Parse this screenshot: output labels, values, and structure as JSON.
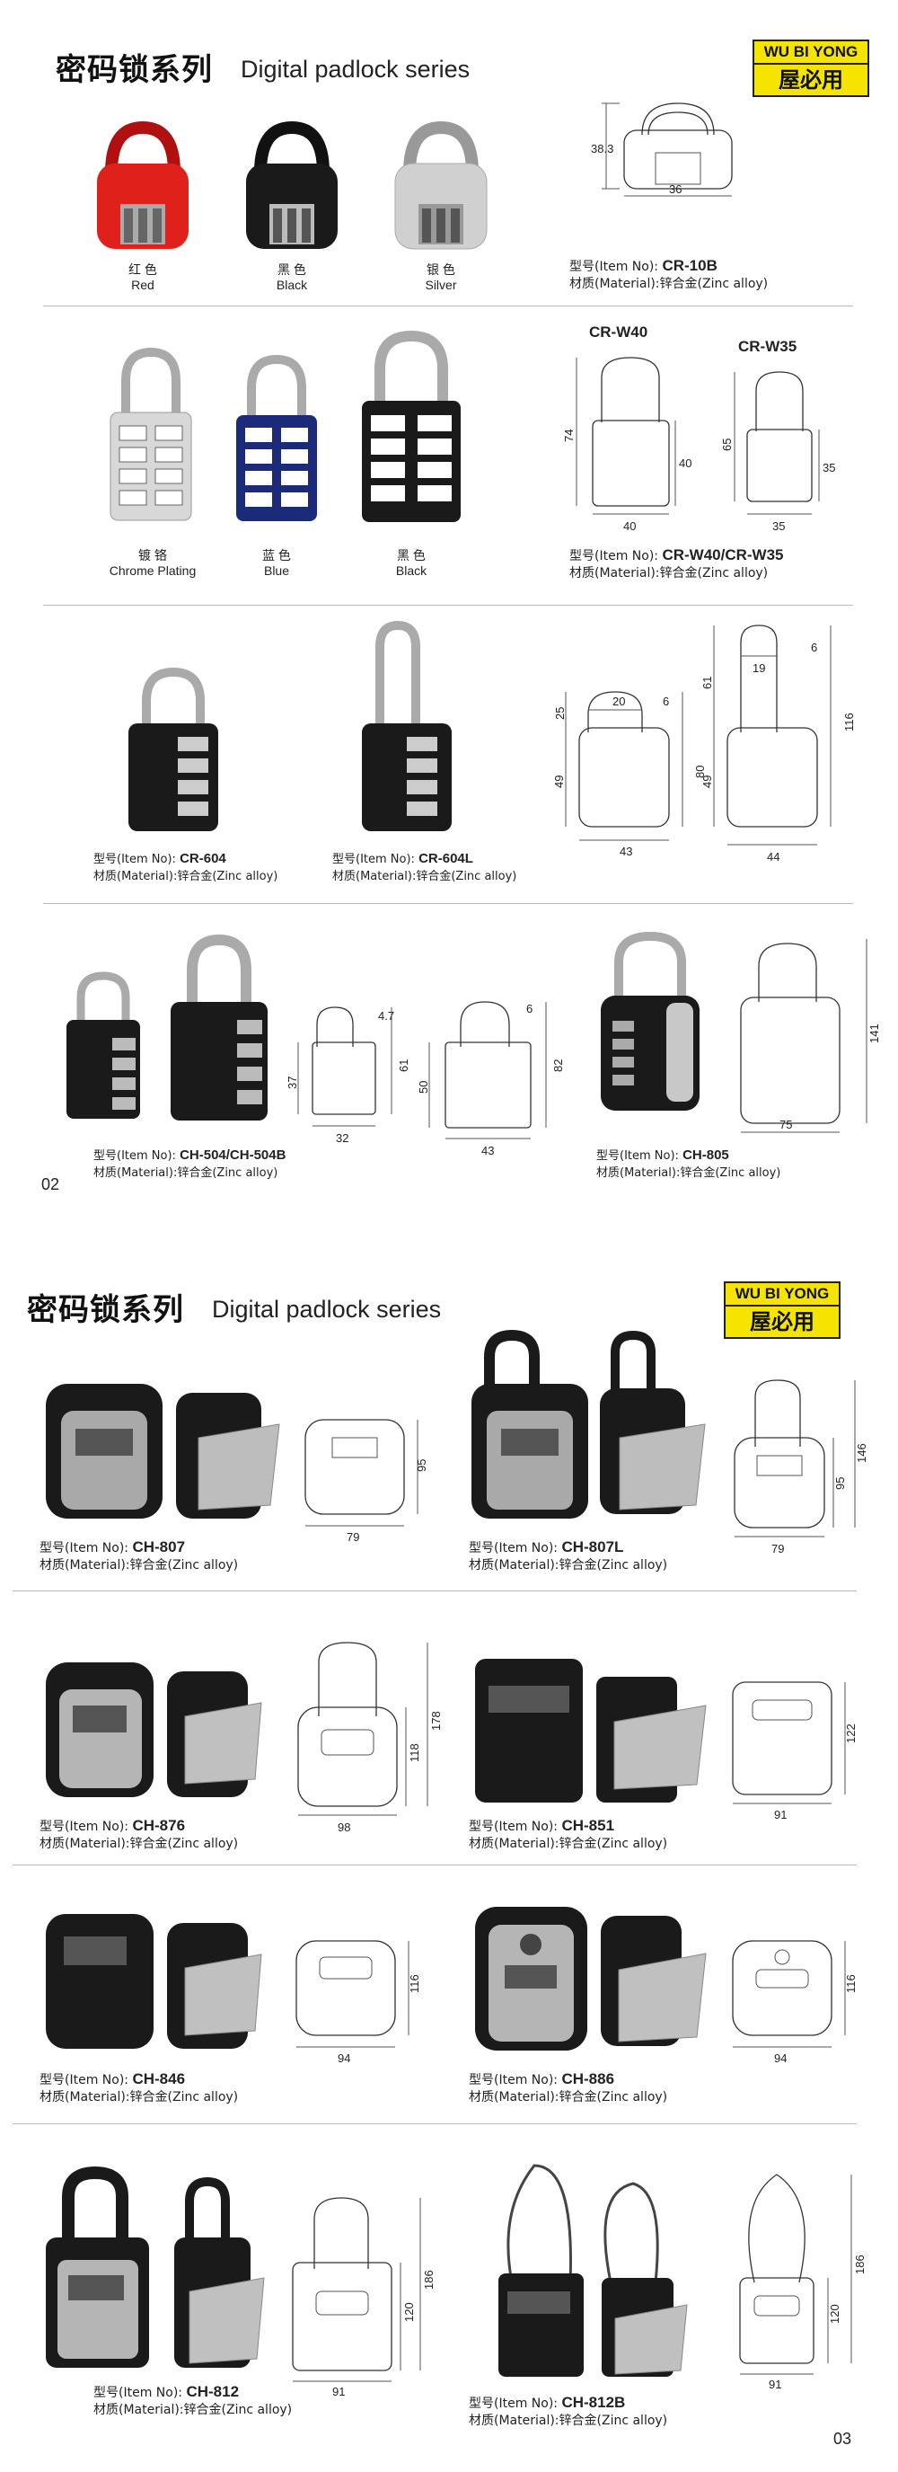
{
  "page1": {
    "title_cn": "密码锁系列",
    "title_en": "Digital padlock series",
    "logo_top": "WU BI YONG",
    "logo_bottom": "屋必用",
    "page_number": "02",
    "cr10": {
      "colors": [
        {
          "cn": "红 色",
          "en": "Red"
        },
        {
          "cn": "黑 色",
          "en": "Black"
        },
        {
          "cn": "银 色",
          "en": "Silver"
        }
      ],
      "item_label": "型号(Item No):",
      "item": "CR-10B",
      "mat_label": "材质(Material):",
      "mat": "锌合金(Zinc alloy)",
      "dims": {
        "h": "38.3",
        "w": "36"
      }
    },
    "crw": {
      "colors": [
        {
          "cn": "镀 铬",
          "en": "Chrome Plating"
        },
        {
          "cn": "蓝 色",
          "en": "Blue"
        },
        {
          "cn": "黑 色",
          "en": "Black"
        }
      ],
      "model_a": "CR-W40",
      "model_b": "CR-W35",
      "item_label": "型号(Item No):",
      "item": "CR-W40/CR-W35",
      "mat_label": "材质(Material):",
      "mat": "锌合金(Zinc alloy)",
      "dims": {
        "a_h": "74",
        "a_body": "40",
        "a_w": "40",
        "b_h": "65",
        "b_body": "35",
        "b_w": "35"
      }
    },
    "cr604": {
      "a_item": "CR-604",
      "b_item": "CR-604L",
      "item_label": "型号(Item No):",
      "mat_label": "材质(Material):",
      "mat": "锌合金(Zinc alloy)",
      "dims": {
        "a_top": "25",
        "a_shk": "20",
        "a_6": "6",
        "a_body": "49",
        "a_tot": "80",
        "a_w": "43",
        "b_top": "61",
        "b_shk": "19",
        "b_6": "6",
        "b_body": "49",
        "b_tot": "116",
        "b_w": "44"
      }
    },
    "ch504": {
      "item_label": "型号(Item No):",
      "item": "CH-504/CH-504B",
      "mat_label": "材质(Material):",
      "mat": "锌合金(Zinc alloy)",
      "dims": {
        "a_47": "4.7",
        "a_37": "37",
        "a_61": "61",
        "a_32": "32",
        "b_6": "6",
        "b_50": "50",
        "b_82": "82",
        "b_43": "43"
      }
    },
    "ch805": {
      "item_label": "型号(Item No):",
      "item": "CH-805",
      "mat_label": "材质(Material):",
      "mat": "锌合金(Zinc alloy)",
      "dims": {
        "h": "141",
        "w": "75"
      }
    }
  },
  "page2": {
    "title_cn": "密码锁系列",
    "title_en": "Digital padlock series",
    "logo_top": "WU BI YONG",
    "logo_bottom": "屋必用",
    "page_number": "03",
    "products": [
      {
        "item": "CH-807",
        "dims": {
          "h": "95",
          "w": "79"
        }
      },
      {
        "item": "CH-807L",
        "dims": {
          "h": "95",
          "h2": "146",
          "w": "79"
        }
      },
      {
        "item": "CH-876",
        "dims": {
          "h": "118",
          "h2": "178",
          "w": "98"
        }
      },
      {
        "item": "CH-851",
        "dims": {
          "h": "122",
          "w": "91"
        }
      },
      {
        "item": "CH-846",
        "dims": {
          "h": "116",
          "w": "94"
        }
      },
      {
        "item": "CH-886",
        "dims": {
          "h": "116",
          "w": "94"
        }
      },
      {
        "item": "CH-812",
        "dims": {
          "h": "120",
          "h2": "186",
          "w": "91"
        }
      },
      {
        "item": "CH-812B",
        "dims": {
          "h": "120",
          "h2": "186",
          "w": "91"
        }
      }
    ],
    "item_label": "型号(Item No):",
    "mat_label": "材质(Material):",
    "mat": "锌合金(Zinc alloy)"
  }
}
